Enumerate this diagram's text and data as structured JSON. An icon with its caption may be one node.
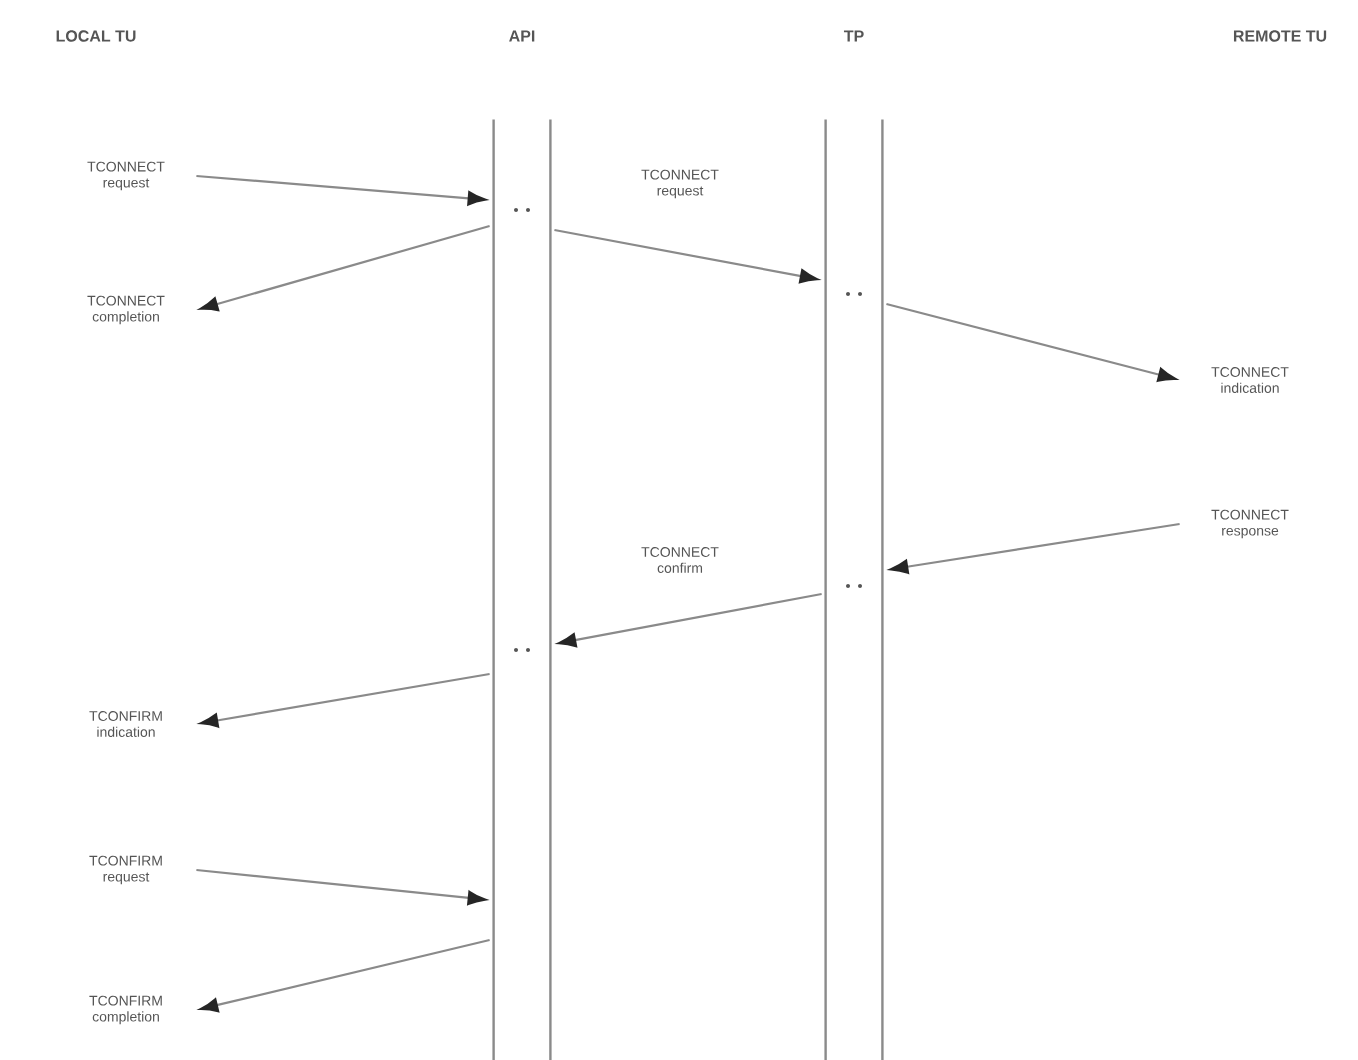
{
  "diagram": {
    "nodes": [
      {
        "text": [
          "API"
        ]
      },
      {
        "text": [
          "TP"
        ]
      },
      {
        "text": [
          "TCONNECT request"
        ]
      },
      {
        "text": [
          "TCONNECT completion"
        ]
      },
      {
        "text": [
          "TCONNECT indication"
        ]
      },
      {
        "text": [
          "TCONNECT response"
        ]
      },
      {
        "text": [
          "TCONFIRM indication"
        ]
      },
      {
        "text": [
          "TCONFIRM request"
        ]
      },
      {
        "text": [
          "TCONFIRM completion"
        ]
      }
    ],
    "edges": [
      {
        "from": 2,
        "to": 0,
        "arrow": "to"
      },
      {
        "from": 0,
        "to": 3,
        "arrow": "to"
      },
      {
        "from": 0,
        "to": 1,
        "arrow": "to",
        "label": "TCONNECT request"
      },
      {
        "from": 1,
        "to": 4,
        "arrow": "to"
      },
      {
        "from": 5,
        "to": 1,
        "arrow": "to"
      },
      {
        "from": 1,
        "to": 0,
        "arrow": "to",
        "label": "TCONNECT confirm"
      },
      {
        "from": 0,
        "to": 6,
        "arrow": "to"
      },
      {
        "from": 7,
        "to": 0,
        "arrow": "to"
      },
      {
        "from": 0,
        "to": 8,
        "arrow": "to"
      }
    ],
    "labels": [
      "LOCAL TU",
      "REMOTE TU"
    ]
  }
}
